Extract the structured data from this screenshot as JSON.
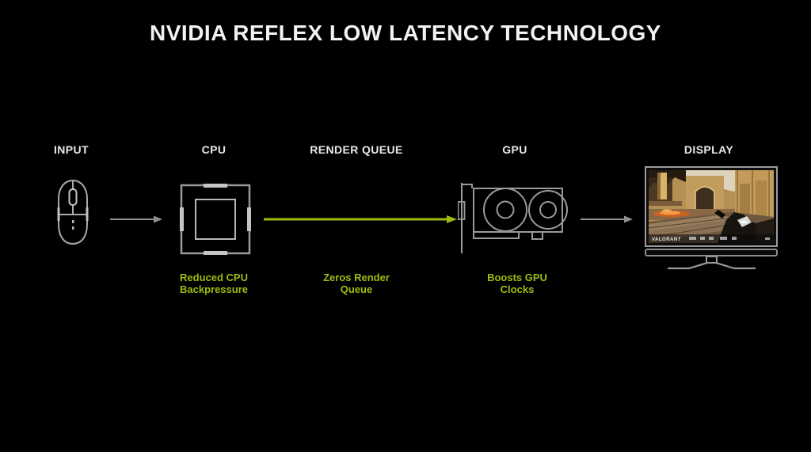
{
  "title": "NVIDIA REFLEX LOW LATENCY TECHNOLOGY",
  "colors": {
    "background": "#000000",
    "accent_green": "#9abc10",
    "icon_gray": "#9e9e9e",
    "arrow_gray": "#8f8f8f",
    "text_white": "#f2f2f2"
  },
  "stages": {
    "input": {
      "label": "INPUT",
      "icon": "mouse-icon"
    },
    "cpu": {
      "label": "CPU",
      "icon": "cpu-chip-icon"
    },
    "render_queue": {
      "label": "RENDER QUEUE",
      "icon": "green-arrow-icon"
    },
    "gpu": {
      "label": "GPU",
      "icon": "gpu-card-icon"
    },
    "display": {
      "label": "DISPLAY",
      "icon": "monitor-icon"
    }
  },
  "captions": {
    "cpu": [
      "Reduced CPU",
      "Backpressure"
    ],
    "render_queue": [
      "Zeros Render",
      "Queue"
    ],
    "gpu": [
      "Boosts GPU",
      "Clocks"
    ]
  },
  "display_screen": {
    "game_logo": "VALORANT"
  }
}
